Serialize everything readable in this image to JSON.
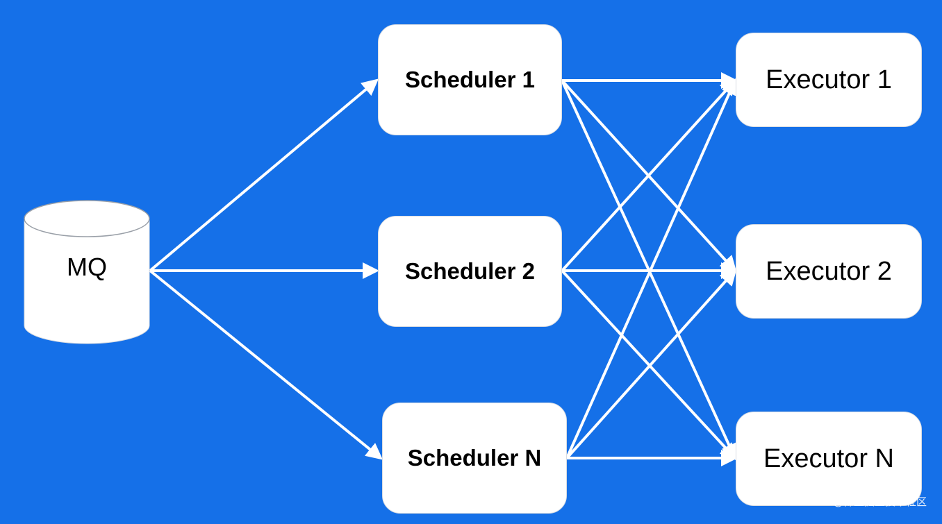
{
  "nodes": {
    "mq": "MQ",
    "schedulers": [
      "Scheduler 1",
      "Scheduler 2",
      "Scheduler N"
    ],
    "executors": [
      "Executor 1",
      "Executor 2",
      "Executor N"
    ]
  },
  "credit": "@稀土掘金技术社区",
  "colors": {
    "background": "#1570E8",
    "node_fill": "#FFFFFF",
    "edges": "#FFFFFF"
  }
}
